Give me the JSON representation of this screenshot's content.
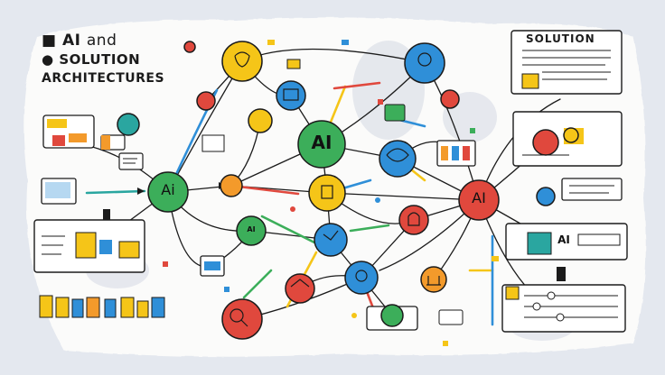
{
  "title": {
    "line1_strong": "AI",
    "line1_rest": "and",
    "line2": "SOLUTION",
    "line3": "ARCHITECTURES"
  },
  "solution_panel": {
    "label": "SOLUTION"
  },
  "ai_nodes": {
    "left": "Ai",
    "center": "AI",
    "right": "AI",
    "small_right": "AI",
    "tiny_center": "AI"
  },
  "colors": {
    "yellow": "#f5c518",
    "blue": "#2f8fd8",
    "red": "#e0483d",
    "green": "#3cae5a",
    "orange": "#f39a2b",
    "ink": "#1b1b1b",
    "paper": "#fbfbfa"
  },
  "icons": [
    "robot-icon",
    "chat-bubble-icon",
    "gear-icon",
    "chart-icon",
    "document-icon",
    "cloud-icon",
    "database-icon",
    "person-icon",
    "lightbulb-icon",
    "magnifier-icon",
    "plug-icon"
  ]
}
